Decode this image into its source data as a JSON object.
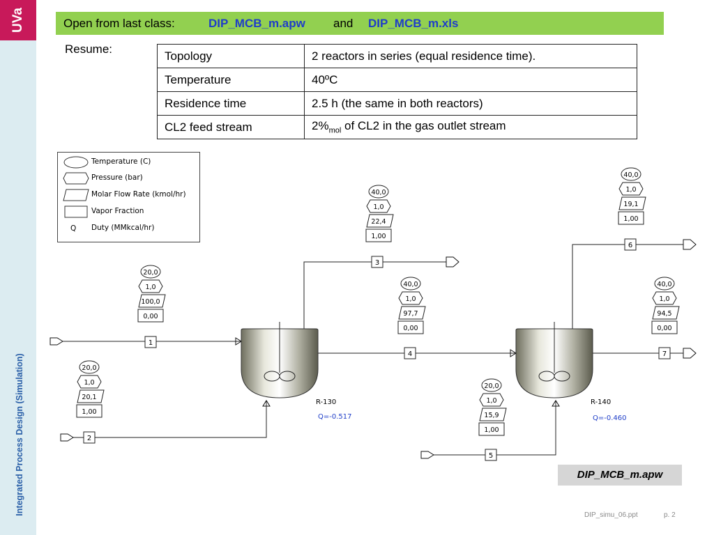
{
  "sidebar": {
    "logo": "UVa",
    "course_title": "Integrated Process Design (Simulation)"
  },
  "banner": {
    "prefix": "Open from last class:",
    "file1": "DIP_MCB_m.apw",
    "conj": "and",
    "file2": "DIP_MCB_m.xls"
  },
  "resume_label": "Resume:",
  "table": [
    {
      "key": "Topology",
      "value": "2 reactors in series (equal residence time)."
    },
    {
      "key": "Temperature",
      "value": "40ºC"
    },
    {
      "key": "Residence time",
      "value": "2.5 h (the same in both reactors)"
    },
    {
      "key": "CL2 feed stream",
      "value_pre": "2%",
      "value_sub": "mol",
      "value_post": " of CL2 in the gas outlet stream"
    }
  ],
  "legend": {
    "temperature": "Temperature (C)",
    "pressure": "Pressure (bar)",
    "molar_flow": "Molar Flow Rate (kmol/hr)",
    "vapor_fraction": "Vapor Fraction",
    "duty_symbol": "Q",
    "duty": "Duty (MMkcal/hr)"
  },
  "streams": [
    {
      "id": "1",
      "temperature": "20,0",
      "pressure": "1,0",
      "flow": "100,0",
      "vapor_fraction": "0,00"
    },
    {
      "id": "2",
      "temperature": "20,0",
      "pressure": "1,0",
      "flow": "20,1",
      "vapor_fraction": "1,00"
    },
    {
      "id": "3",
      "temperature": "40,0",
      "pressure": "1,0",
      "flow": "22,4",
      "vapor_fraction": "1,00"
    },
    {
      "id": "4",
      "temperature": "40,0",
      "pressure": "1,0",
      "flow": "97,7",
      "vapor_fraction": "0,00"
    },
    {
      "id": "5",
      "temperature": "20,0",
      "pressure": "1,0",
      "flow": "15,9",
      "vapor_fraction": "1,00"
    },
    {
      "id": "6",
      "temperature": "40,0",
      "pressure": "1,0",
      "flow": "19,1",
      "vapor_fraction": "1,00"
    },
    {
      "id": "7",
      "temperature": "40,0",
      "pressure": "1,0",
      "flow": "94,5",
      "vapor_fraction": "0,00"
    }
  ],
  "reactors": [
    {
      "name": "R-130",
      "duty": "Q=-0.517"
    },
    {
      "name": "R-140",
      "duty": "Q=-0.460"
    }
  ],
  "file_label": "DIP_MCB_m.apw",
  "footer": {
    "file": "DIP_simu_06.ppt",
    "page": "p. 2"
  },
  "colors": {
    "banner": "#92d050",
    "logo": "#c8195a",
    "sidebar": "#dcecf1",
    "link_blue": "#1f3ec8",
    "duty_blue": "#1f3ec8"
  }
}
